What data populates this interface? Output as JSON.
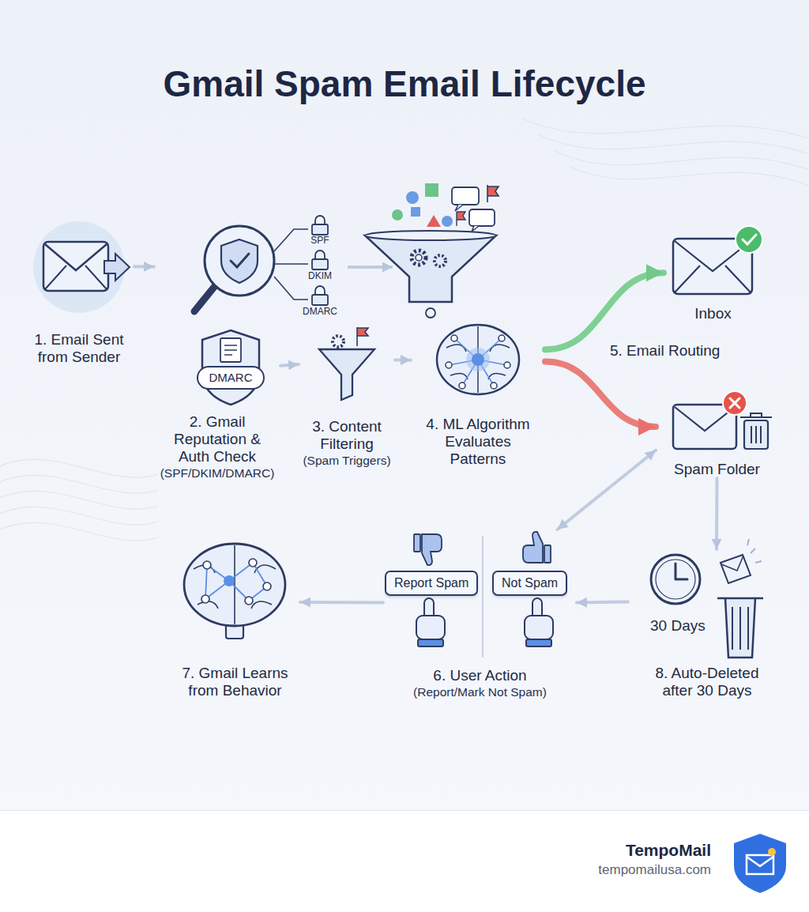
{
  "diagram": {
    "title": "Gmail Spam Email Lifecycle",
    "nodes": [
      {
        "text": [
          "1. Email Sent from Sender"
        ]
      },
      {
        "text": [
          "2. Gmail Reputation & Auth Check",
          "(SPF/DKIM/DMARC)"
        ]
      },
      {
        "text": [
          "3. Content Filtering",
          "(Spam Triggers)"
        ]
      },
      {
        "text": [
          "4. ML Algorithm Evaluates Patterns"
        ]
      },
      {
        "text": [
          "Inbox"
        ]
      },
      {
        "text": [
          "Spam Folder"
        ]
      },
      {
        "text": [
          "7. Gmail Learns from Behavior"
        ]
      },
      {
        "text": [
          "6. User Action",
          "(Report/Mark Not Spam)"
        ]
      },
      {
        "text": [
          "Report Spam"
        ],
        "in": 7
      },
      {
        "text": [
          "Not Spam"
        ],
        "in": 7
      },
      {
        "text": [
          "30 Days",
          "8. Auto-Deleted after 30 Days"
        ]
      }
    ],
    "edges": [
      {
        "from": 0,
        "to": 1,
        "arrow": "to"
      },
      {
        "from": 1,
        "to": 2,
        "arrow": "to"
      },
      {
        "from": 2,
        "to": 3,
        "arrow": "to"
      },
      {
        "from": 3,
        "to": 4,
        "arrow": "to"
      },
      {
        "from": 3,
        "to": 5,
        "arrow": "to"
      },
      {
        "from": 5,
        "to": 10,
        "arrow": "to"
      },
      {
        "from": 10,
        "to": 7,
        "arrow": "to"
      },
      {
        "from": 7,
        "to": 6,
        "arrow": "to"
      },
      {
        "from": 7,
        "to": 5,
        "arrow": "both"
      }
    ],
    "labels": [
      "SPF",
      "DKIM",
      "DMARC",
      "DMARC",
      "5. Email Routing",
      "TempoMail",
      "tempomailusa.com"
    ]
  }
}
